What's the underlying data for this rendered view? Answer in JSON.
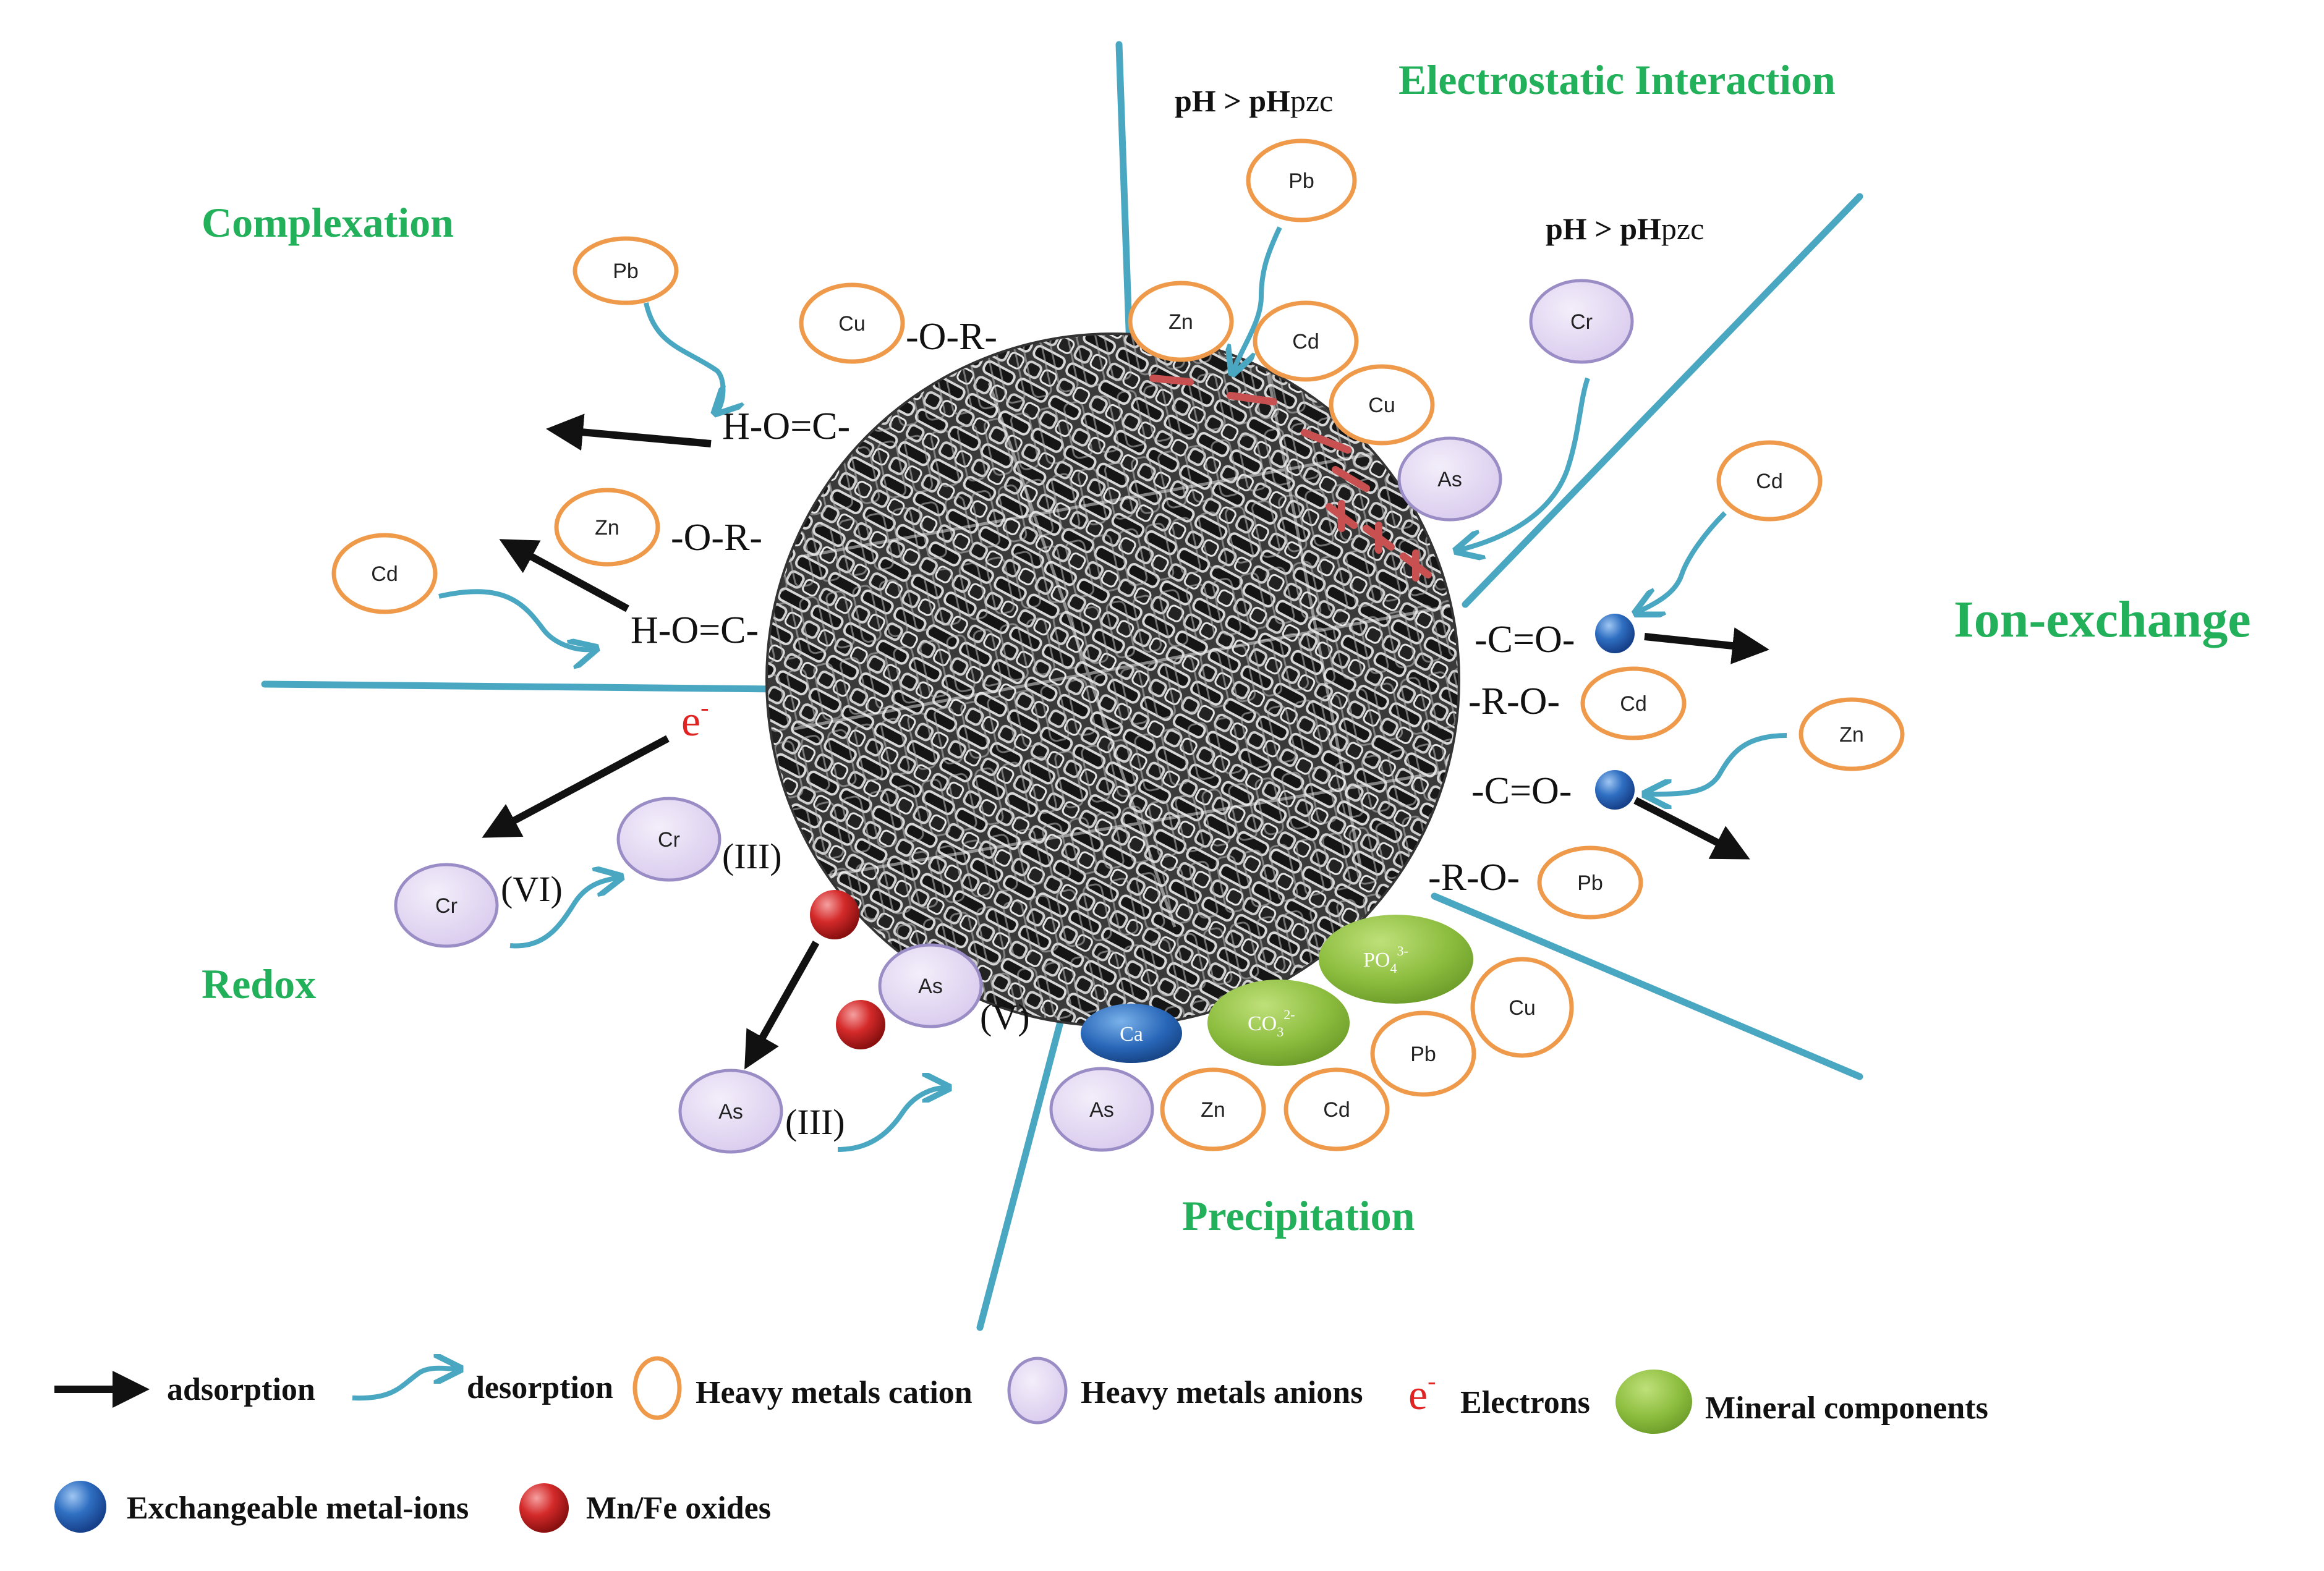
{
  "mechanisms": {
    "complexation": "Complexation",
    "electrostatic": "Electrostatic Interaction",
    "ion_exchange": "Ion-exchange",
    "redox": "Redox",
    "precipitation": "Precipitation"
  },
  "ph_condition": {
    "main": "pH > pH",
    "sub": "pzc"
  },
  "groups": {
    "hoc": "H-O=C-",
    "or": "-O-R-",
    "co": "-C=O-",
    "ro": "-R-O-"
  },
  "metals": {
    "pb": "Pb",
    "cu": "Cu",
    "zn": "Zn",
    "cd": "Cd",
    "cr": "Cr",
    "as": "As",
    "ca": "Ca"
  },
  "oxidation_states": {
    "vi": "(VI)",
    "iii": "(III)",
    "v": "(V)"
  },
  "electron": {
    "symbol": "e",
    "sup": "-"
  },
  "minerals": {
    "po4": {
      "base": "PO",
      "sub": "4",
      "sup": "3-"
    },
    "co3": {
      "base": "CO",
      "sub": "3",
      "sup": "2-"
    }
  },
  "legend": {
    "adsorption": "adsorption",
    "desorption": "desorption",
    "cation": "Heavy metals cation",
    "anion": "Heavy metals anions",
    "electrons": "Electrons",
    "mineral": "Mineral components",
    "exchangeable": "Exchangeable metal-ions",
    "oxides": "Mn/Fe oxides"
  },
  "colors": {
    "mechanism_green": "#22b05a",
    "divider_blue": "#4aa7c1",
    "cation_orange": "#ee9a4a",
    "anion_lavender": "#ddd0ef",
    "anion_border": "#9a8cc5",
    "mineral_green": "#8cbd3e",
    "exchange_blue": "#2f6fc2",
    "oxide_red": "#d42a2a",
    "electron_red": "#e02424",
    "surface_charge": "#c85050"
  },
  "icons": {
    "adsorption": "black-arrow-icon",
    "desorption": "curved-teal-arrow-icon",
    "cation": "orange-ring-icon",
    "anion": "lavender-circle-icon",
    "mineral": "green-ellipse-icon",
    "exchange": "blue-sphere-icon",
    "oxide": "red-sphere-icon"
  }
}
